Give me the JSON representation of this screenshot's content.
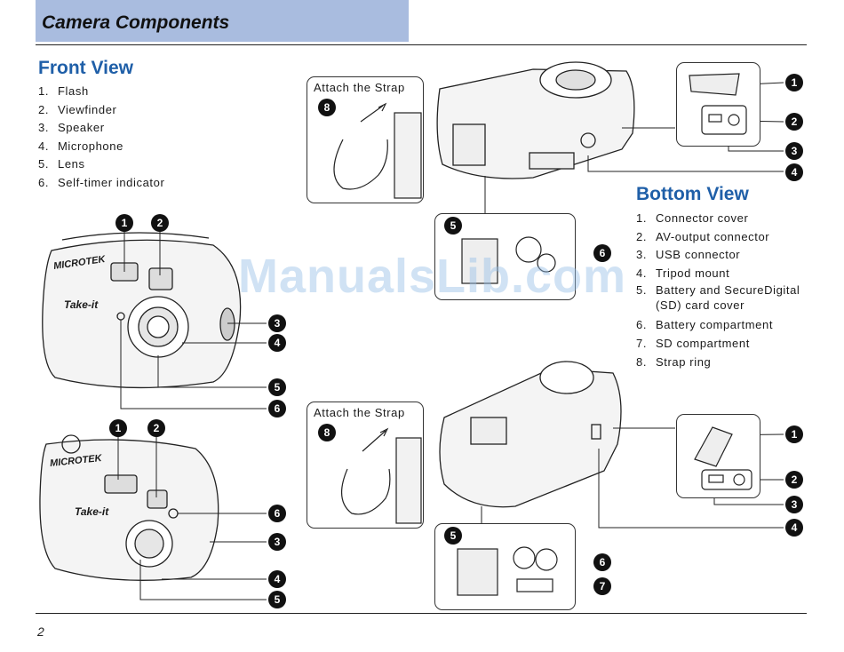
{
  "header": {
    "title": "Camera Components"
  },
  "front_view": {
    "title": "Front View",
    "items": [
      {
        "num": "1.",
        "label": "Flash"
      },
      {
        "num": "2.",
        "label": "Viewfinder"
      },
      {
        "num": "3.",
        "label": "Speaker"
      },
      {
        "num": "4.",
        "label": "Microphone"
      },
      {
        "num": "5.",
        "label": "Lens"
      },
      {
        "num": "6.",
        "label": "Self-timer indicator"
      }
    ]
  },
  "bottom_view": {
    "title": "Bottom View",
    "items": [
      {
        "num": "1.",
        "label": "Connector cover"
      },
      {
        "num": "2.",
        "label": "AV-output connector"
      },
      {
        "num": "3.",
        "label": "USB connector"
      },
      {
        "num": "4.",
        "label": "Tripod mount"
      },
      {
        "num": "5.",
        "label": "Battery and SecureDigital"
      },
      {
        "num": "",
        "label": "(SD) card cover"
      },
      {
        "num": "6.",
        "label": "Battery compartment"
      },
      {
        "num": "7.",
        "label": "SD compartment"
      },
      {
        "num": "8.",
        "label": "Strap ring"
      }
    ]
  },
  "strap_boxes": {
    "label": "Attach the Strap"
  },
  "camera_text": {
    "brand": "MICROTEK",
    "model": "Take-it"
  },
  "watermark": "ManualsLib.com",
  "callouts": {
    "c1": "1",
    "c2": "2",
    "c3": "3",
    "c4": "4",
    "c5": "5",
    "c6": "6",
    "c7": "7",
    "c8": "8"
  },
  "footer": {
    "page_number": "2"
  }
}
